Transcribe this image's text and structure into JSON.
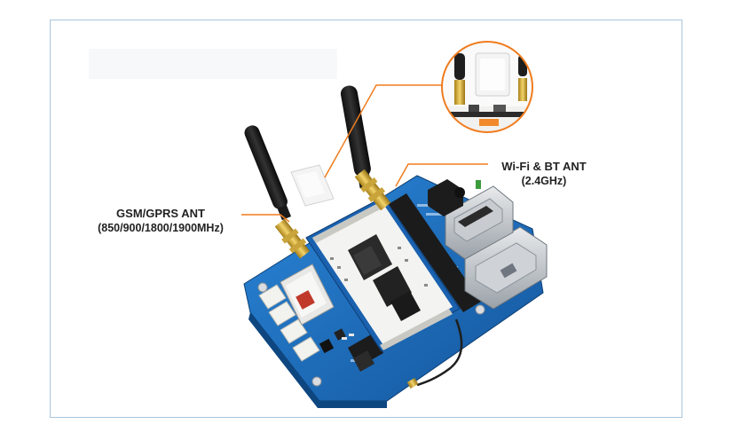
{
  "annotations": {
    "gsm": {
      "title": "GSM/GPRS ANT",
      "subtitle": "(850/900/1800/1900MHz)"
    },
    "wifi": {
      "title": "Wi-Fi & BT ANT",
      "subtitle": "(2.4GHz)"
    }
  },
  "colors": {
    "frame_border": "#a9c6de",
    "callout_line": "#f07c1e",
    "pcb_blue": "#1b6fc2",
    "module_white": "#f4f4f4"
  }
}
